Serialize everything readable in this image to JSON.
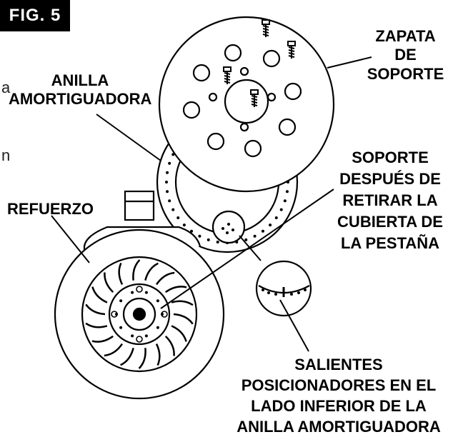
{
  "figure": {
    "label": "FIG. 5"
  },
  "labels": {
    "zapata": [
      "ZAPATA",
      "DE",
      "SOPORTE"
    ],
    "anilla": [
      "ANILLA",
      "AMORTIGUADORA"
    ],
    "refuerzo": [
      "REFUERZO"
    ],
    "soporte": [
      "SOPORTE",
      "DESPUÉS DE",
      "RETIRAR LA",
      "CUBIERTA DE",
      "LA PESTAÑA"
    ],
    "salientes": [
      "SALIENTES",
      "POSICIONADORES EN EL",
      "LADO INFERIOR DE LA",
      "ANILLA AMORTIGUADORA"
    ]
  },
  "fragments": {
    "a": "a",
    "n": "n"
  }
}
